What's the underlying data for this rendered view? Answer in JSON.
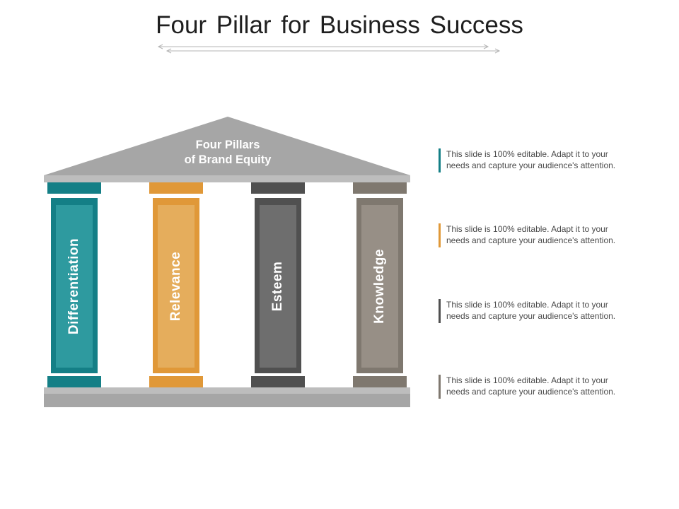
{
  "title": "Four Pillar  for Business  Success",
  "roof": {
    "line1": "Four Pillars",
    "line2": "of Brand Equity"
  },
  "colors": {
    "teal": "#147f86",
    "teal_light": "#2e9a9f",
    "orange": "#e09838",
    "orange_light": "#e5ad5c",
    "dark": "#505050",
    "dark_light": "#6e6e6e",
    "taupe": "#7f786f",
    "taupe_light": "#978f86",
    "roof": "#a6a6a6"
  },
  "pillars": [
    {
      "label": "Differentiation",
      "icon": "pillar-column"
    },
    {
      "label": "Relevance",
      "icon": "pillar-column"
    },
    {
      "label": "Esteem",
      "icon": "pillar-column"
    },
    {
      "label": "Knowledge",
      "icon": "pillar-column"
    }
  ],
  "descriptions": [
    {
      "line1": "This slide is 100%  editable. Adapt it to your",
      "line2": "needs and capture your audience's attention."
    },
    {
      "line1": "This slide is 100%  editable. Adapt it to your",
      "line2": "needs and capture your audience's attention."
    },
    {
      "line1": "This slide is 100%  editable. Adapt it to your",
      "line2": "needs and capture your audience's attention."
    },
    {
      "line1": "This slide is 100%  editable. Adapt it to your",
      "line2": "needs and capture your audience's attention."
    }
  ]
}
